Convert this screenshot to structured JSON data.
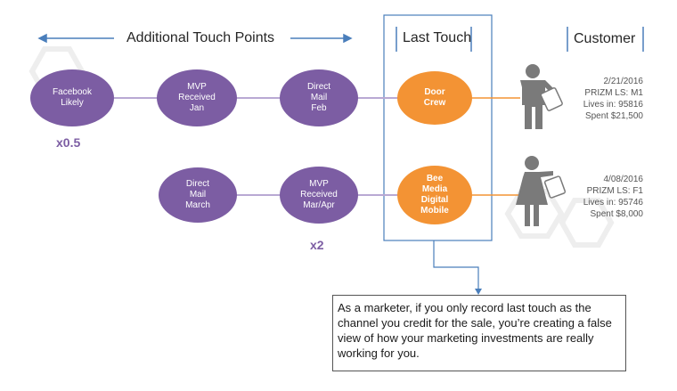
{
  "headers": {
    "additional": "Additional Touch Points",
    "last_touch": "Last Touch",
    "customer": "Customer"
  },
  "row1": {
    "nodes": [
      "Facebook\nLikely",
      "MVP\nReceived\nJan",
      "Direct\nMail\nFeb",
      "Door\nCrew"
    ],
    "multiplier": "x0.5",
    "customer_info": "2/21/2016\nPRIZM LS: M1\nLives in: 95816\nSpent $21,500"
  },
  "row2": {
    "nodes": [
      "Direct\nMail\nMarch",
      "MVP\nReceived\nMar/Apr",
      "Bee\nMedia\nDigital\nMobile"
    ],
    "multiplier": "x2",
    "customer_info": "4/08/2016\nPRIZM LS: F1\nLives in: 95746\nSpent $8,000"
  },
  "callout": "As a marketer, if you only record last touch as the channel you credit for the sale, you’re creating a false view of how your marketing investments are really working for you.",
  "colors": {
    "purple": "#7c5da3",
    "orange": "#f39334",
    "accent_blue": "#4a7ebb",
    "figure": "#7a7a7a"
  },
  "icons": [
    "male-shopper-icon",
    "female-shopper-icon"
  ]
}
